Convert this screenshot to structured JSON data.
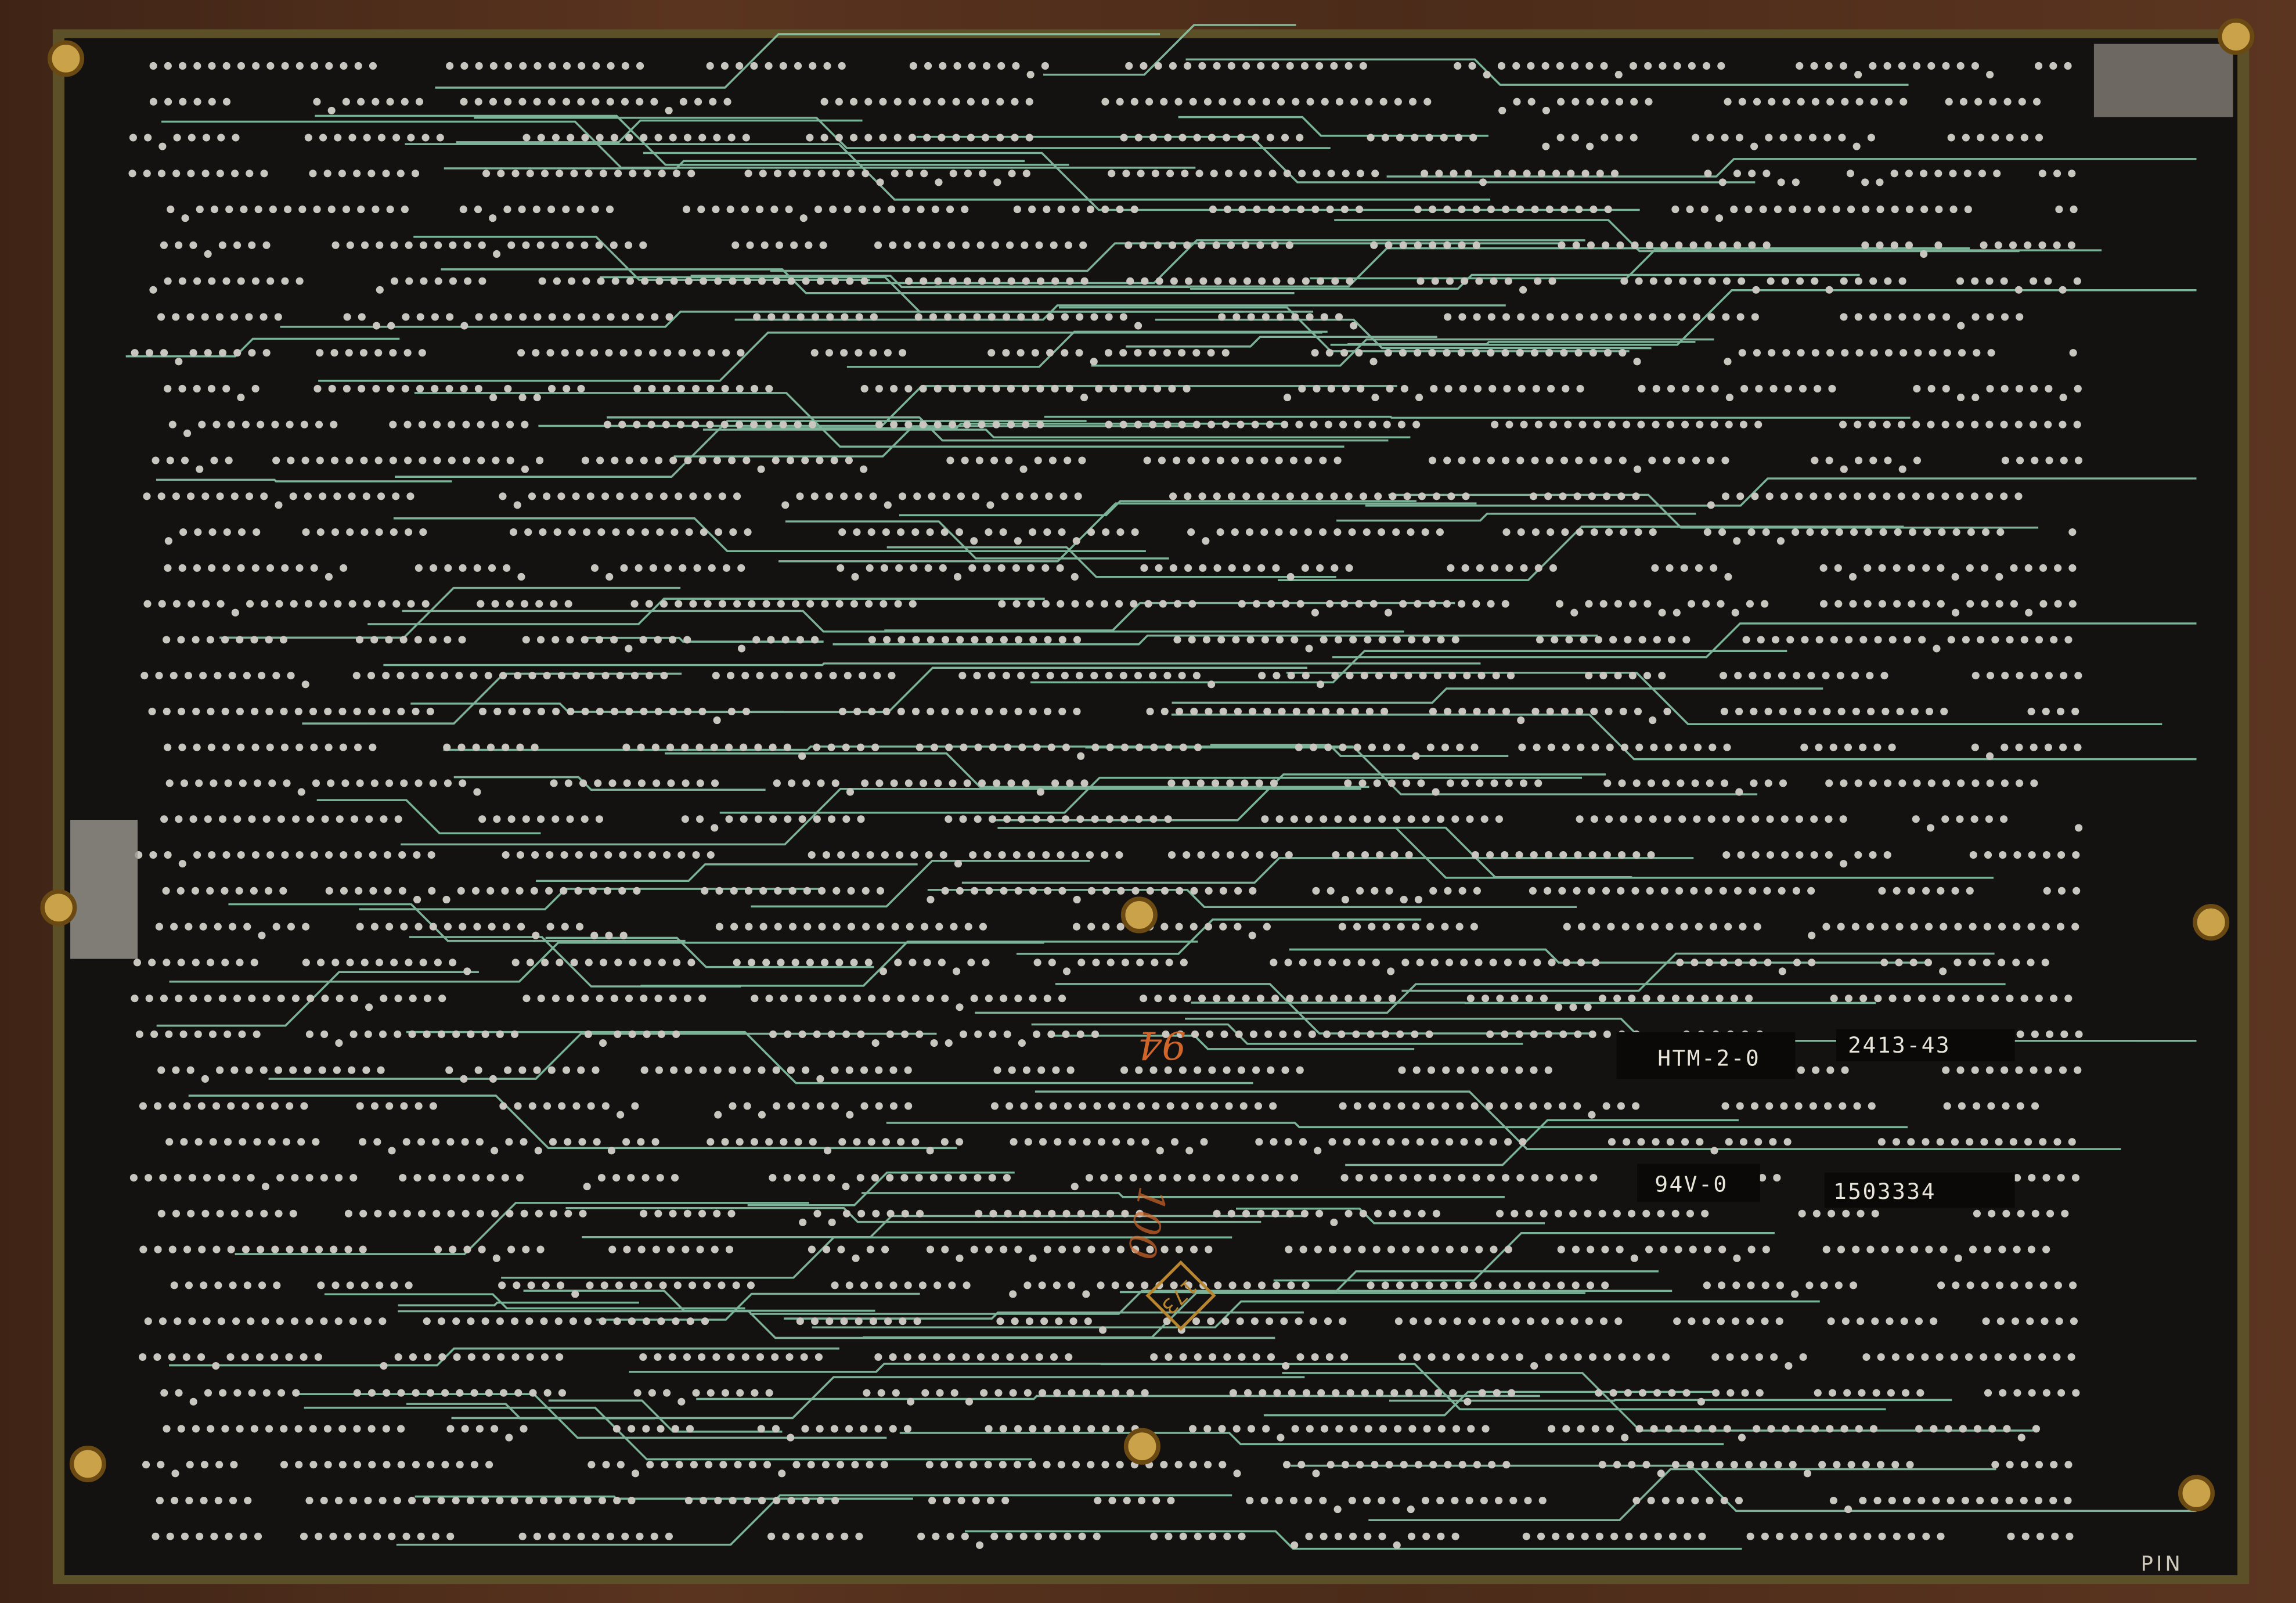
{
  "board": {
    "labels": {
      "model": "HTM-2-0",
      "part_number": "2413-43",
      "flammability": "94V-0",
      "serial": "1503334"
    },
    "silkscreen_pin": "PIN",
    "ink_marks": {
      "handwritten_number": "94",
      "handwritten_mark": "100",
      "stamp": "173"
    }
  },
  "colors": {
    "board": "#151311",
    "trace": "#8fd0b0",
    "pad": "#c9c6c0",
    "brass": "#c9a24a",
    "edge": "#6b5a2a"
  }
}
